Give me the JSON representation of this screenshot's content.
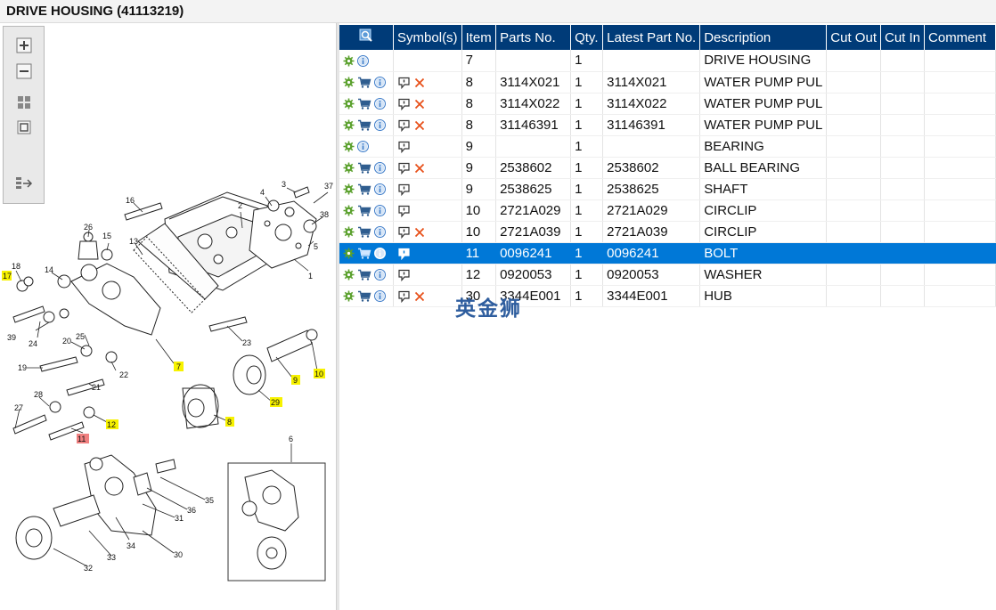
{
  "window": {
    "title": "DRIVE HOUSING (41113219)"
  },
  "toolbar": {
    "buttons": [
      {
        "name": "zoom-in",
        "icon": "zoom-in-icon"
      },
      {
        "name": "zoom-out",
        "icon": "zoom-out-icon"
      },
      {
        "name": "fit-all",
        "icon": "fit-all-icon"
      },
      {
        "name": "fit-window",
        "icon": "fit-window-icon"
      },
      {
        "name": "toggle-pane",
        "icon": "toggle-pane-icon"
      }
    ]
  },
  "diagram": {
    "callouts": [
      "16",
      "26",
      "15",
      "13",
      "2",
      "4",
      "3",
      "37",
      "38",
      "5",
      "1",
      "17",
      "18",
      "14",
      "39",
      "24",
      "20",
      "25",
      "7",
      "23",
      "19",
      "22",
      "21",
      "10",
      "9",
      "29",
      "28",
      "27",
      "12",
      "11",
      "8",
      "6",
      "35",
      "36",
      "31",
      "34",
      "30",
      "33",
      "32"
    ],
    "highlighted": [
      "17",
      "7",
      "10",
      "9",
      "29",
      "12",
      "8"
    ],
    "selected_callout": "11"
  },
  "table": {
    "headers": {
      "search": "",
      "symbols": "Symbol(s)",
      "item": "Item",
      "parts_no": "Parts No.",
      "qty": "Qty.",
      "latest_part_no": "Latest Part No.",
      "description": "Description",
      "cut_out": "Cut Out",
      "cut_in": "Cut In",
      "comment": "Comment"
    },
    "rows": [
      {
        "cart": false,
        "symbol": false,
        "cross": false,
        "item": "7",
        "parts_no": "",
        "qty": "1",
        "latest": "",
        "description": "DRIVE HOUSING",
        "selected": false
      },
      {
        "cart": true,
        "symbol": true,
        "cross": true,
        "item": "8",
        "parts_no": "3114X021",
        "qty": "1",
        "latest": "3114X021",
        "description": "WATER PUMP PUL",
        "selected": false
      },
      {
        "cart": true,
        "symbol": true,
        "cross": true,
        "item": "8",
        "parts_no": "3114X022",
        "qty": "1",
        "latest": "3114X022",
        "description": "WATER PUMP PUL",
        "selected": false
      },
      {
        "cart": true,
        "symbol": true,
        "cross": true,
        "item": "8",
        "parts_no": "31146391",
        "qty": "1",
        "latest": "31146391",
        "description": "WATER PUMP PUL",
        "selected": false
      },
      {
        "cart": false,
        "symbol": true,
        "cross": false,
        "item": "9",
        "parts_no": "",
        "qty": "1",
        "latest": "",
        "description": "BEARING",
        "selected": false
      },
      {
        "cart": true,
        "symbol": true,
        "cross": true,
        "item": "9",
        "parts_no": "2538602",
        "qty": "1",
        "latest": "2538602",
        "description": "BALL BEARING",
        "selected": false
      },
      {
        "cart": true,
        "symbol": true,
        "cross": false,
        "item": "9",
        "parts_no": "2538625",
        "qty": "1",
        "latest": "2538625",
        "description": "SHAFT",
        "selected": false
      },
      {
        "cart": true,
        "symbol": true,
        "cross": false,
        "item": "10",
        "parts_no": "2721A029",
        "qty": "1",
        "latest": "2721A029",
        "description": "CIRCLIP",
        "selected": false
      },
      {
        "cart": true,
        "symbol": true,
        "cross": true,
        "item": "10",
        "parts_no": "2721A039",
        "qty": "1",
        "latest": "2721A039",
        "description": "CIRCLIP",
        "selected": false
      },
      {
        "cart": true,
        "symbol": true,
        "cross": false,
        "item": "11",
        "parts_no": "0096241",
        "qty": "1",
        "latest": "0096241",
        "description": "BOLT",
        "selected": true
      },
      {
        "cart": true,
        "symbol": true,
        "cross": false,
        "item": "12",
        "parts_no": "0920053",
        "qty": "1",
        "latest": "0920053",
        "description": "WASHER",
        "selected": false
      },
      {
        "cart": true,
        "symbol": true,
        "cross": true,
        "item": "30",
        "parts_no": "3344E001",
        "qty": "1",
        "latest": "3344E001",
        "description": "HUB",
        "selected": false
      }
    ]
  },
  "watermark": "英金狮",
  "colors": {
    "header_bg": "#003b78",
    "selected_row": "#0078d7",
    "gear": "#5aa02c",
    "info": "#3d7cc9",
    "cart": "#2f5d8f",
    "cross": "#e8501a",
    "callout_highlight": "#f7f200",
    "callout_selected": "#f08080"
  }
}
